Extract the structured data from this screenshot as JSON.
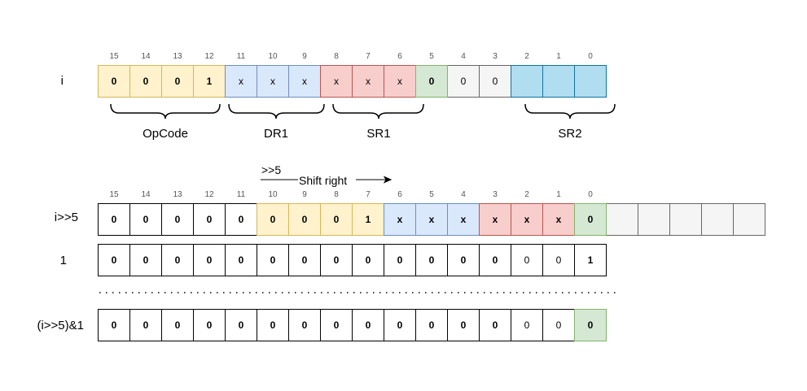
{
  "diagram": {
    "title": "Extract bit 5 of instruction i via (i>>5)&1",
    "colors": {
      "yellow": {
        "fill": "#fff2cc",
        "stroke": "#d6b656"
      },
      "blue": {
        "fill": "#dae8fc",
        "stroke": "#6c8ebf"
      },
      "red": {
        "fill": "#f8cecc",
        "stroke": "#b85450"
      },
      "green": {
        "fill": "#d5e8d4",
        "stroke": "#82b366"
      },
      "grey": {
        "fill": "#f5f5f5",
        "stroke": "#666666"
      },
      "sky": {
        "fill": "#b1ddf0",
        "stroke": "#10739e"
      },
      "white": {
        "fill": "#ffffff",
        "stroke": "#000000"
      }
    },
    "rows": [
      {
        "id": "i",
        "label": "i",
        "show_indices": true,
        "cells": [
          {
            "index": "15",
            "value": "0",
            "color": "yellow",
            "bold": true
          },
          {
            "index": "14",
            "value": "0",
            "color": "yellow",
            "bold": true
          },
          {
            "index": "13",
            "value": "0",
            "color": "yellow",
            "bold": true
          },
          {
            "index": "12",
            "value": "1",
            "color": "yellow",
            "bold": true
          },
          {
            "index": "11",
            "value": "x",
            "color": "blue",
            "bold": false
          },
          {
            "index": "10",
            "value": "x",
            "color": "blue",
            "bold": false
          },
          {
            "index": "9",
            "value": "x",
            "color": "blue",
            "bold": false
          },
          {
            "index": "8",
            "value": "x",
            "color": "red",
            "bold": false
          },
          {
            "index": "7",
            "value": "x",
            "color": "red",
            "bold": false
          },
          {
            "index": "6",
            "value": "x",
            "color": "red",
            "bold": false
          },
          {
            "index": "5",
            "value": "0",
            "color": "green",
            "bold": true
          },
          {
            "index": "4",
            "value": "0",
            "color": "grey",
            "bold": false
          },
          {
            "index": "3",
            "value": "0",
            "color": "grey",
            "bold": false
          },
          {
            "index": "2",
            "value": "",
            "color": "sky",
            "bold": false
          },
          {
            "index": "1",
            "value": "",
            "color": "sky",
            "bold": false
          },
          {
            "index": "0",
            "value": "",
            "color": "sky",
            "bold": false
          }
        ]
      },
      {
        "id": "shifted",
        "label": "i>>5",
        "show_indices": true,
        "cells": [
          {
            "index": "15",
            "value": "0",
            "color": "white",
            "bold": true
          },
          {
            "index": "14",
            "value": "0",
            "color": "white",
            "bold": true
          },
          {
            "index": "13",
            "value": "0",
            "color": "white",
            "bold": true
          },
          {
            "index": "12",
            "value": "0",
            "color": "white",
            "bold": true
          },
          {
            "index": "11",
            "value": "0",
            "color": "white",
            "bold": true
          },
          {
            "index": "10",
            "value": "0",
            "color": "yellow",
            "bold": true
          },
          {
            "index": "9",
            "value": "0",
            "color": "yellow",
            "bold": true
          },
          {
            "index": "8",
            "value": "0",
            "color": "yellow",
            "bold": true
          },
          {
            "index": "7",
            "value": "1",
            "color": "yellow",
            "bold": true
          },
          {
            "index": "6",
            "value": "x",
            "color": "blue",
            "bold": true
          },
          {
            "index": "5",
            "value": "x",
            "color": "blue",
            "bold": true
          },
          {
            "index": "4",
            "value": "x",
            "color": "blue",
            "bold": true
          },
          {
            "index": "3",
            "value": "x",
            "color": "red",
            "bold": true
          },
          {
            "index": "2",
            "value": "x",
            "color": "red",
            "bold": true
          },
          {
            "index": "1",
            "value": "x",
            "color": "red",
            "bold": true
          },
          {
            "index": "0",
            "value": "0",
            "color": "green",
            "bold": true
          },
          {
            "index": "",
            "value": "",
            "color": "grey",
            "bold": false
          },
          {
            "index": "",
            "value": "",
            "color": "grey",
            "bold": false
          },
          {
            "index": "",
            "value": "",
            "color": "grey",
            "bold": false
          },
          {
            "index": "",
            "value": "",
            "color": "grey",
            "bold": false
          },
          {
            "index": "",
            "value": "",
            "color": "grey",
            "bold": false
          }
        ]
      },
      {
        "id": "one",
        "label": "1",
        "show_indices": false,
        "cells": [
          {
            "value": "0",
            "color": "white",
            "bold": true
          },
          {
            "value": "0",
            "color": "white",
            "bold": true
          },
          {
            "value": "0",
            "color": "white",
            "bold": true
          },
          {
            "value": "0",
            "color": "white",
            "bold": true
          },
          {
            "value": "0",
            "color": "white",
            "bold": true
          },
          {
            "value": "0",
            "color": "white",
            "bold": true
          },
          {
            "value": "0",
            "color": "white",
            "bold": true
          },
          {
            "value": "0",
            "color": "white",
            "bold": true
          },
          {
            "value": "0",
            "color": "white",
            "bold": true
          },
          {
            "value": "0",
            "color": "white",
            "bold": true
          },
          {
            "value": "0",
            "color": "white",
            "bold": true
          },
          {
            "value": "0",
            "color": "white",
            "bold": true
          },
          {
            "value": "0",
            "color": "white",
            "bold": true
          },
          {
            "value": "0",
            "color": "white",
            "bold": false
          },
          {
            "value": "0",
            "color": "white",
            "bold": false
          },
          {
            "value": "1",
            "color": "white",
            "bold": true
          }
        ]
      },
      {
        "id": "result",
        "label": "(i>>5)&1",
        "show_indices": false,
        "cells": [
          {
            "value": "0",
            "color": "white",
            "bold": true
          },
          {
            "value": "0",
            "color": "white",
            "bold": true
          },
          {
            "value": "0",
            "color": "white",
            "bold": true
          },
          {
            "value": "0",
            "color": "white",
            "bold": true
          },
          {
            "value": "0",
            "color": "white",
            "bold": true
          },
          {
            "value": "0",
            "color": "white",
            "bold": true
          },
          {
            "value": "0",
            "color": "white",
            "bold": true
          },
          {
            "value": "0",
            "color": "white",
            "bold": true
          },
          {
            "value": "0",
            "color": "white",
            "bold": true
          },
          {
            "value": "0",
            "color": "white",
            "bold": true
          },
          {
            "value": "0",
            "color": "white",
            "bold": true
          },
          {
            "value": "0",
            "color": "white",
            "bold": true
          },
          {
            "value": "0",
            "color": "white",
            "bold": true
          },
          {
            "value": "0",
            "color": "white",
            "bold": false
          },
          {
            "value": "0",
            "color": "white",
            "bold": false
          },
          {
            "value": "0",
            "color": "green",
            "bold": true
          }
        ]
      }
    ],
    "fields": [
      {
        "name": "OpCode",
        "bits": "15-12"
      },
      {
        "name": "DR1",
        "bits": "11-9"
      },
      {
        "name": "SR1",
        "bits": "8-6"
      },
      {
        "name": "SR2",
        "bits": "2-0"
      }
    ],
    "shift": {
      "amount_label": ">>5",
      "text": "Shift right"
    }
  }
}
